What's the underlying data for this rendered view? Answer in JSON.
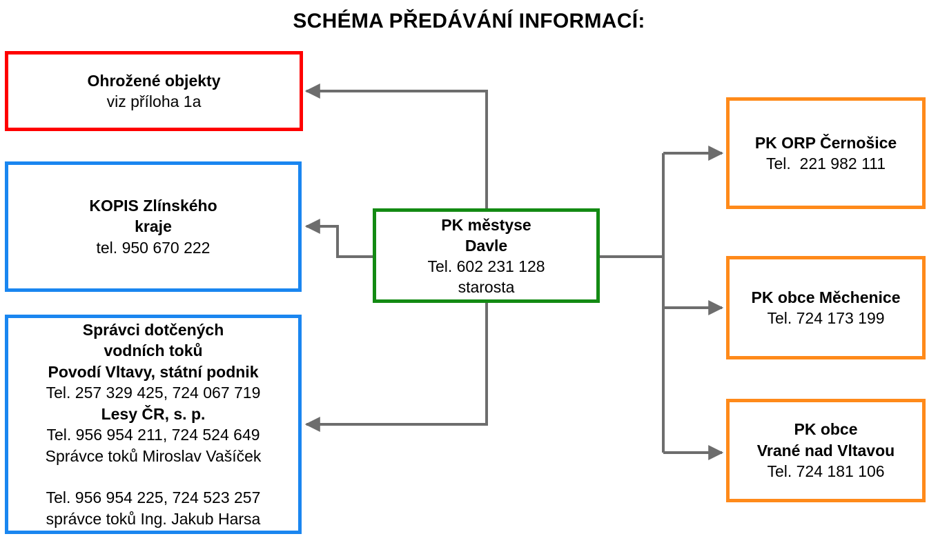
{
  "title": "SCHÉMA PŘEDÁVÁNÍ INFORMACÍ:",
  "colors": {
    "red": "#ff0000",
    "blue": "#1a86f0",
    "green": "#138a13",
    "orange": "#ff8a1a",
    "connector": "#6d6d6d"
  },
  "center": {
    "line1": "PK městyse",
    "line2": "Davle",
    "line3": "Tel. 602 231 128",
    "line4": "starosta"
  },
  "ohrozene": {
    "line1": "Ohrožené objekty",
    "line2": "viz příloha 1a"
  },
  "kopis": {
    "line1": "KOPIS Zlínského",
    "line2": "kraje",
    "line3": "tel. 950 670 222"
  },
  "spravci": {
    "line1": "Správci dotčených",
    "line2": "vodních toků",
    "line3": "Povodí Vltavy, státní podnik",
    "line4": "Tel. 257 329 425, 724 067 719",
    "line5": "Lesy ČR, s. p.",
    "line6": "Tel. 956 954 211, 724 524 649",
    "line7": "Správce toků Miroslav Vašíček",
    "line8": "Tel. 956 954 225, 724 523 257",
    "line9": "správce toků Ing. Jakub Harsa"
  },
  "cernosice": {
    "line1": "PK ORP Černošice",
    "line2": "Tel.  221 982 111"
  },
  "mechenice": {
    "line1": "PK obce Měchenice",
    "line2": "Tel. 724 173 199"
  },
  "vrane": {
    "line1": "PK obce",
    "line2": "Vrané nad Vltavou",
    "line3": "Tel. 724 181 106"
  }
}
